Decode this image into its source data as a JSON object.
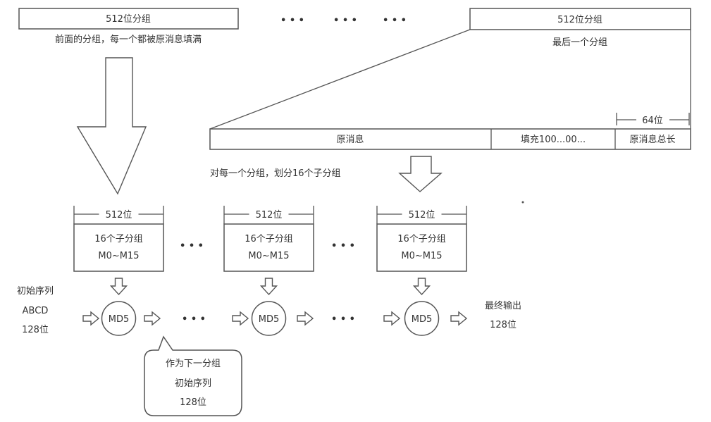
{
  "top": {
    "left_block": {
      "label": "512位分组",
      "caption": "前面的分组，每一个都被原消息填满"
    },
    "ellipsis": [
      "• • •",
      "• • •",
      "• • •"
    ],
    "right_block": {
      "label": "512位分组",
      "caption": "最后一个分组"
    }
  },
  "expanded_block": {
    "segments": [
      "原消息",
      "填充100...00...",
      "原消息总长"
    ],
    "length_label": "64位"
  },
  "split_caption": "对每一个分组，划分16个子分组",
  "sub_blocks": [
    {
      "bits": "512位",
      "line1": "16个子分组",
      "line2": "M0~M15"
    },
    {
      "bits": "512位",
      "line1": "16个子分组",
      "line2": "M0~M15"
    },
    {
      "bits": "512位",
      "line1": "16个子分组",
      "line2": "M0~M15"
    }
  ],
  "dots": "• • •",
  "md5_label": "MD5",
  "initial": {
    "line1": "初始序列",
    "line2": "ABCD",
    "line3": "128位"
  },
  "final": {
    "line1": "最终输出",
    "line2": "128位"
  },
  "callout": {
    "line1": "作为下一分组",
    "line2": "初始序列",
    "line3": "128位"
  }
}
